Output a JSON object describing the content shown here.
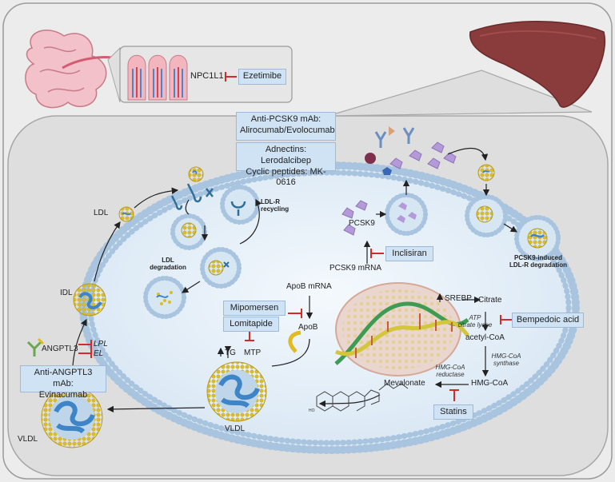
{
  "drugs": {
    "ezetimibe": "Ezetimibe",
    "anti_pcsk9_line1": "Anti-PCSK9 mAb:",
    "anti_pcsk9_line2": "Alirocumab/Evolocumab",
    "adnectins": "Adnectins: Lerodalcibep",
    "cyclic": "Cyclic peptides: MK-0616",
    "inclisiran": "Inclisiran",
    "mipomersen": "Mipomersen",
    "lomitapide": "Lomitapide",
    "bempedoic": "Bempedoic acid",
    "statins": "Statins",
    "anti_angptl3_line1": "Anti-ANGPTL3 mAb:",
    "anti_angptl3_line2": "Evinacumab"
  },
  "labels": {
    "npc1l1": "NPC1L1",
    "ldl": "LDL",
    "idl": "IDL",
    "vldl_left": "VLDL",
    "vldl_center": "VLDL",
    "ldlr_recycling_1": "LDL-R",
    "ldlr_recycling_2": "recycling",
    "ldl_degradation_1": "LDL",
    "ldl_degradation_2": "degradation",
    "pcsk9": "PCSK9",
    "pcsk9_mrna": "PCSK9 mRNA",
    "pcsk9_induced_1": "PCSK9-induced",
    "pcsk9_induced_2": "LDL-R degradation",
    "apob_mrna": "ApoB mRNA",
    "apob": "ApoB",
    "srebp": "SREBP",
    "citrate": "Citrate",
    "acetyl_coa": "acetyl-CoA",
    "hmg_coa": "HMG-CoA",
    "mevalonate": "Mevalonate",
    "tg": "TG",
    "mtp": "MTP",
    "angptl3": "ANGPTL3",
    "lpl": "LPL",
    "el": "EL",
    "atp_citrate_1": "ATP",
    "atp_citrate_2": "citrate lyase",
    "hmg_synthase_1": "HMG-CoA",
    "hmg_synthase_2": "synthase",
    "hmg_reductase_1": "HMG-CoA",
    "hmg_reductase_2": "reductase"
  },
  "colors": {
    "drug_box": "#cfe3f5",
    "inhibition": "#d62a2a",
    "membrane": "#a9c4df",
    "lipoprotein_core": "#e7c22d",
    "apob_ribbon": "#5fa8cf",
    "pcsk9": "#b49ad8",
    "liver": "#8a3b3b"
  }
}
